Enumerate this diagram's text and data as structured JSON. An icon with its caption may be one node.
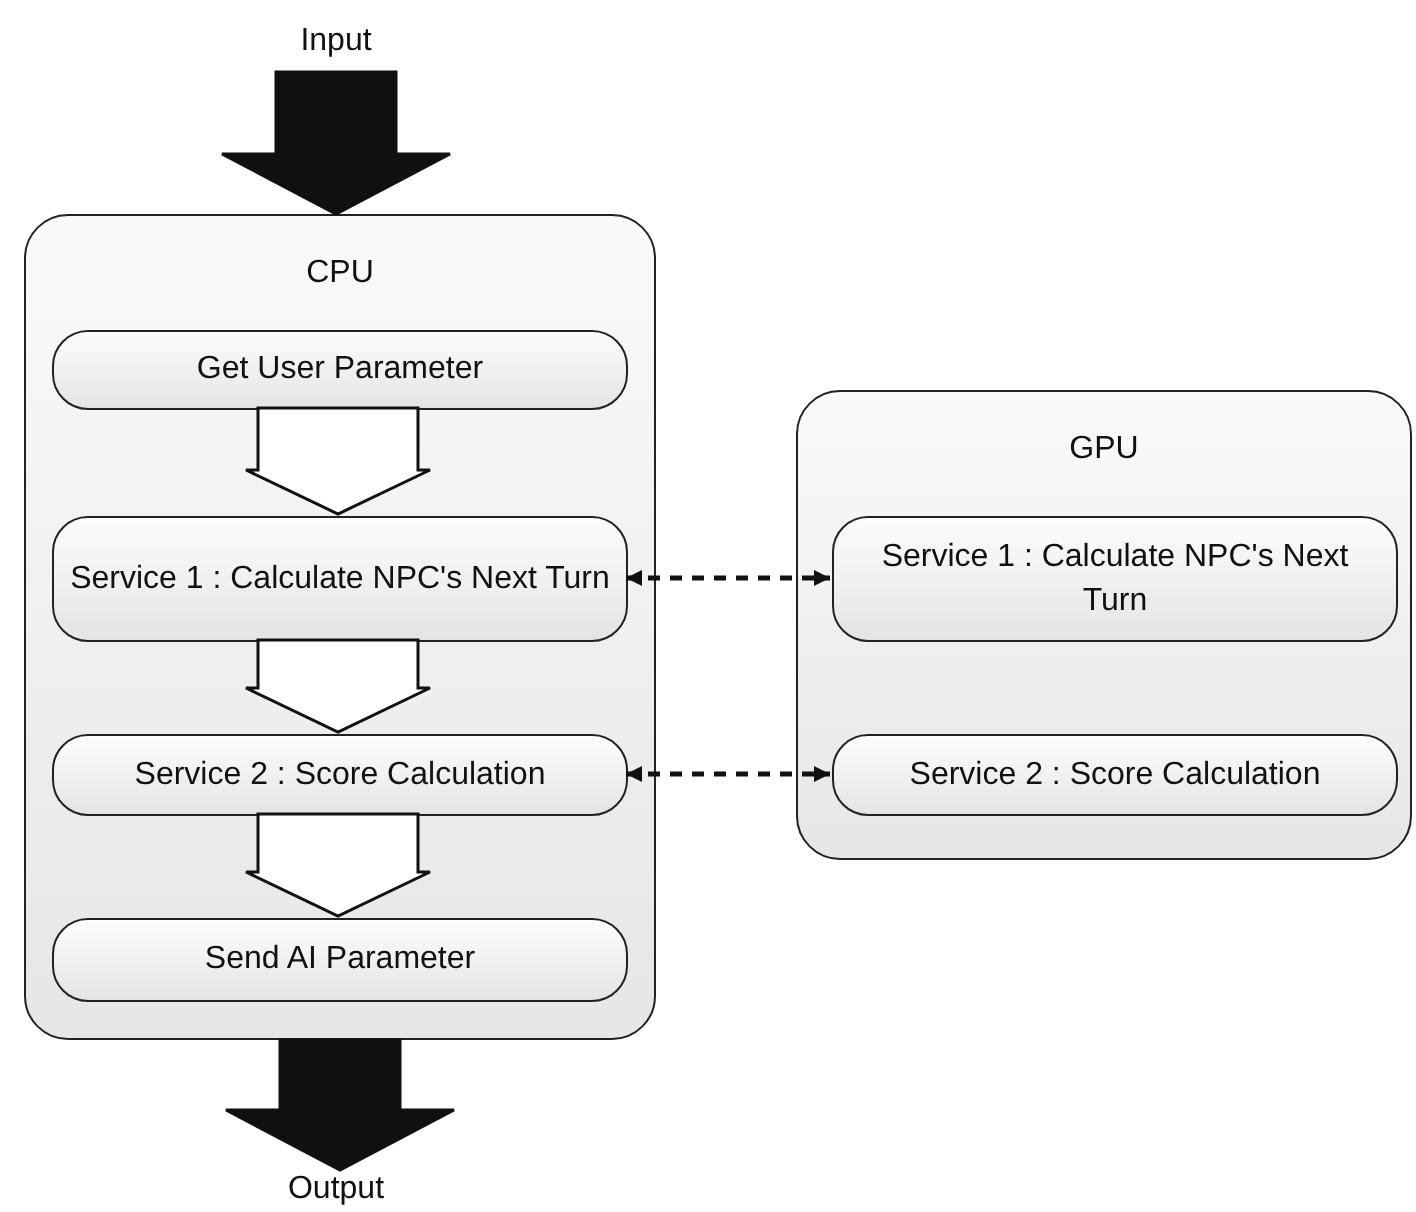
{
  "diagram": {
    "nodes": [
      {
        "text": [
          "Input"
        ]
      },
      {
        "text": [
          "CPU"
        ]
      },
      {
        "text": [
          "Get User Parameter"
        ],
        "in": 1
      },
      {
        "text": [
          "Service 1 : Calculate NPC's Next Turn"
        ],
        "in": 1
      },
      {
        "text": [
          "Service 2 : Score Calculation"
        ],
        "in": 1
      },
      {
        "text": [
          "Send AI Parameter"
        ],
        "in": 1
      },
      {
        "text": [
          "GPU"
        ]
      },
      {
        "text": [
          "Service 1 : Calculate NPC's Next Turn"
        ],
        "in": 6
      },
      {
        "text": [
          "Service 2 : Score Calculation"
        ],
        "in": 6
      },
      {
        "text": [
          "Output"
        ]
      }
    ],
    "edges": [
      {
        "from": 0,
        "to": 1,
        "arrow": "to",
        "style": "thick"
      },
      {
        "from": 2,
        "to": 3,
        "arrow": "to"
      },
      {
        "from": 3,
        "to": 4,
        "arrow": "to"
      },
      {
        "from": 4,
        "to": 5,
        "arrow": "to"
      },
      {
        "from": 3,
        "to": 7,
        "arrow": "both",
        "style": "dashed"
      },
      {
        "from": 4,
        "to": 8,
        "arrow": "both",
        "style": "dashed"
      },
      {
        "from": 1,
        "to": 9,
        "arrow": "to",
        "style": "thick"
      }
    ]
  }
}
